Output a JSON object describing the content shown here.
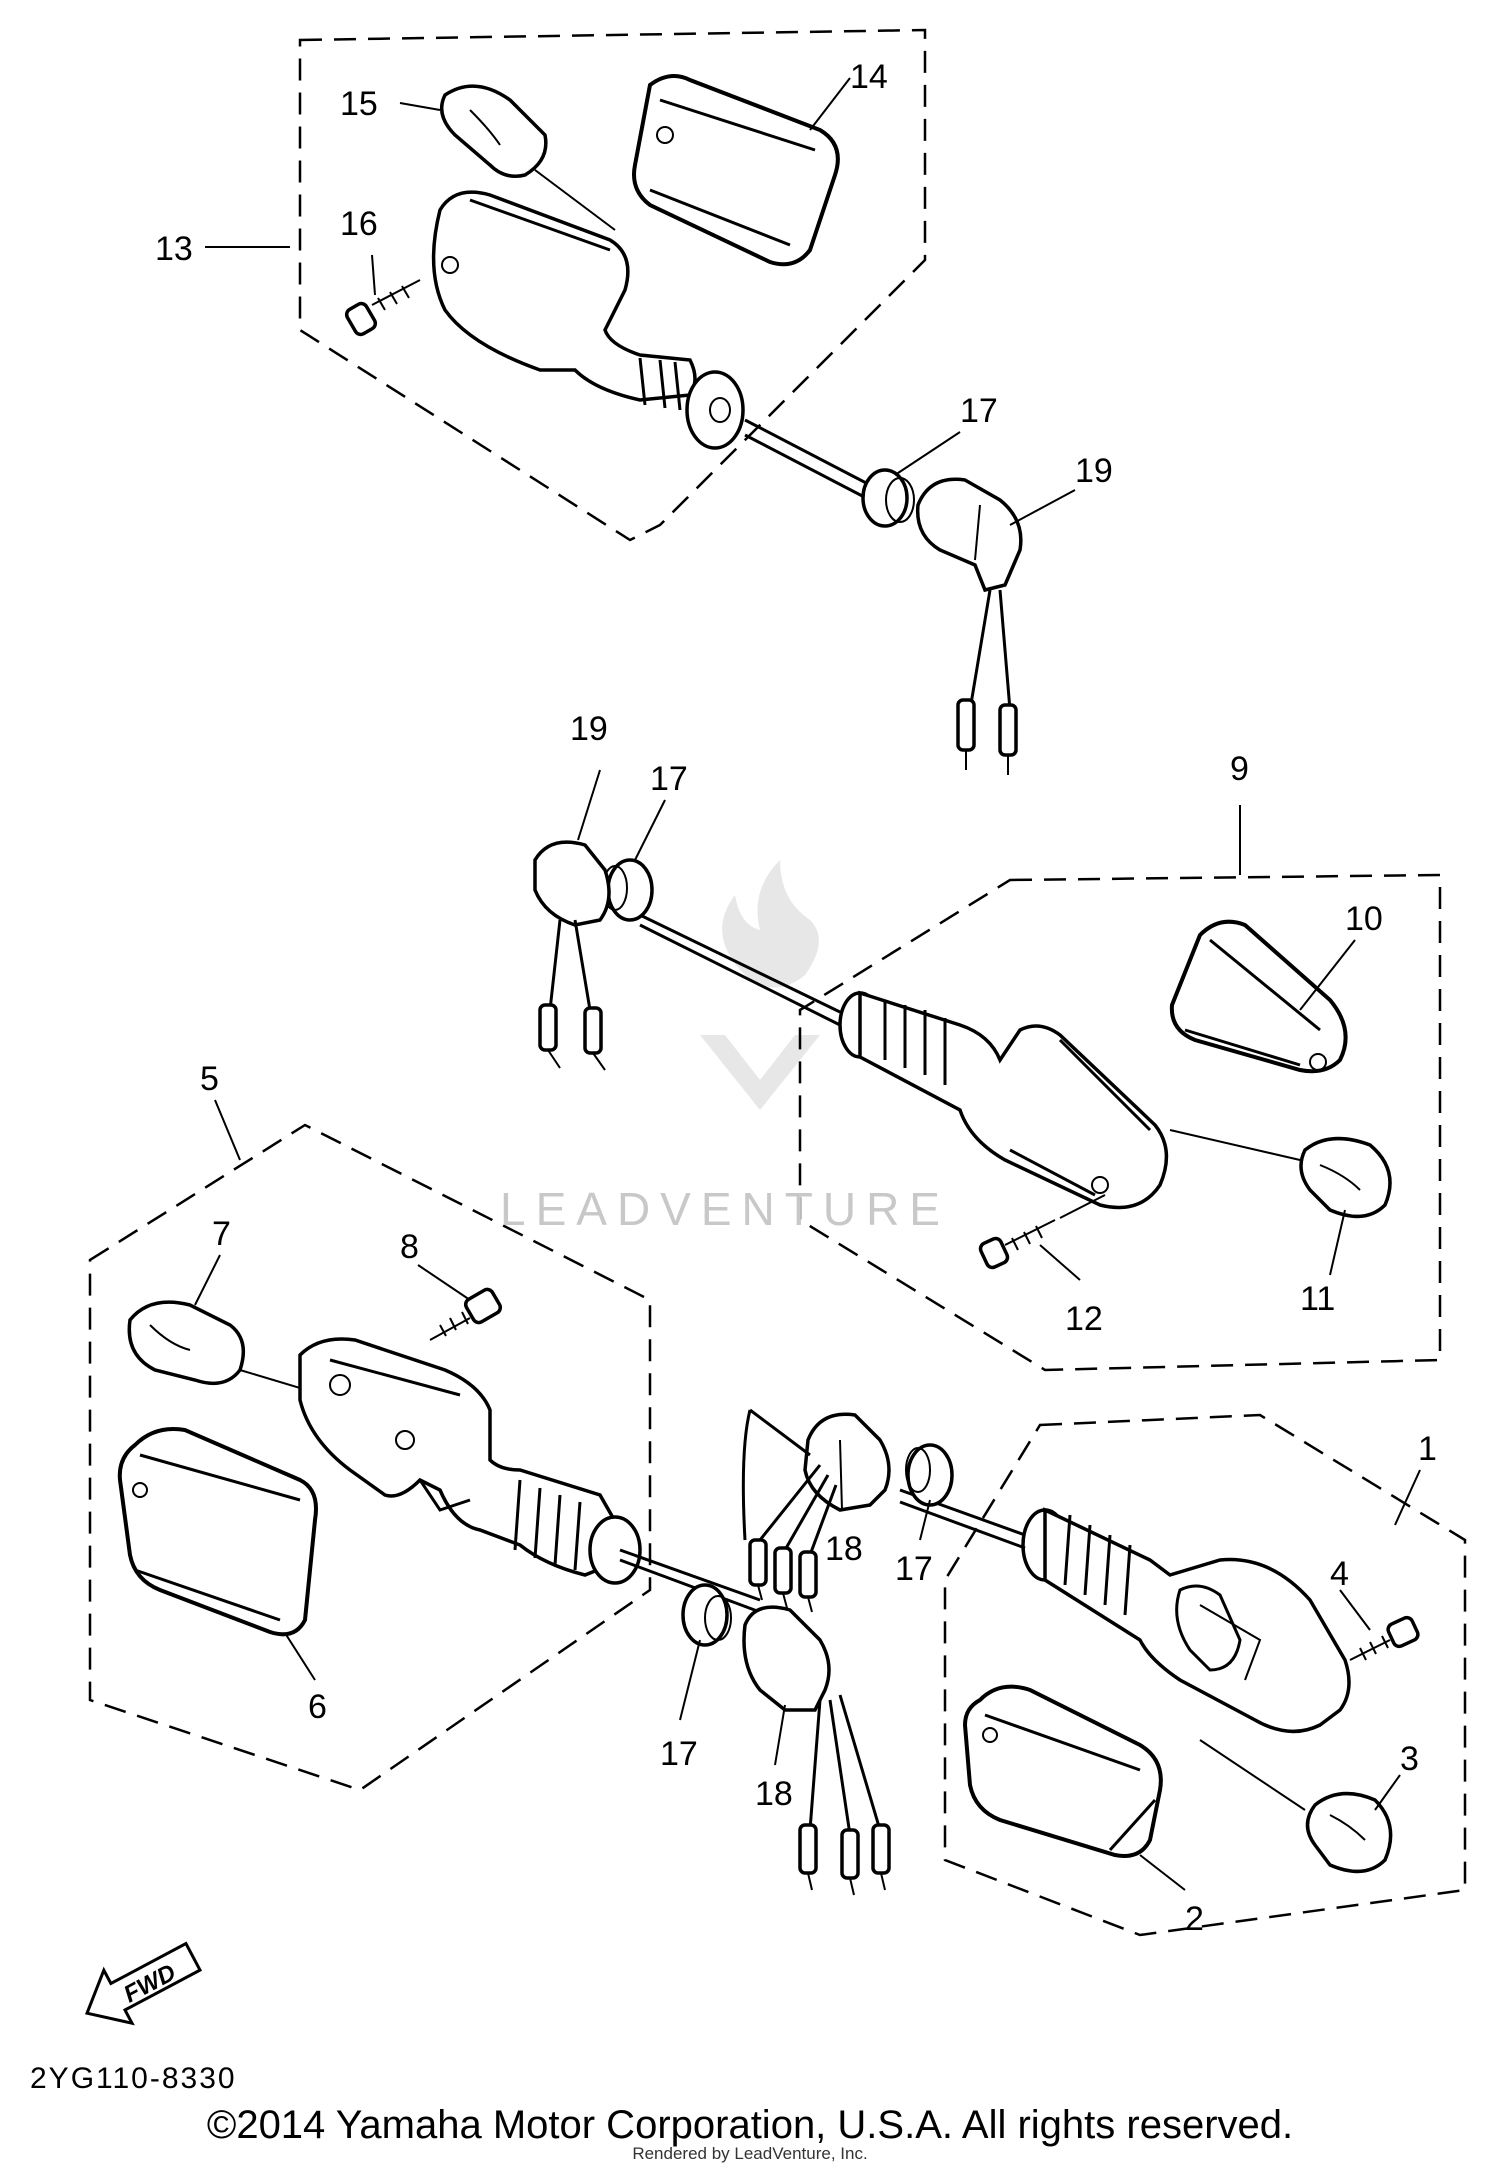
{
  "diagram": {
    "figure_code": "2YG110-8330",
    "fwd_label": "FWD",
    "watermark": "LEADVENTURE",
    "copyright": "©2014 Yamaha Motor Corporation, U.S.A. All rights reserved.",
    "rendered_by": "Rendered by LeadVenture, Inc.",
    "callouts": {
      "c1": "1",
      "c2": "2",
      "c3": "3",
      "c4": "4",
      "c5": "5",
      "c6": "6",
      "c7": "7",
      "c8": "8",
      "c9": "9",
      "c10": "10",
      "c11": "11",
      "c12": "12",
      "c13": "13",
      "c14": "14",
      "c15": "15",
      "c16": "16",
      "c17a": "17",
      "c17b": "17",
      "c17c": "17",
      "c17d": "17",
      "c18a": "18",
      "c18b": "18",
      "c19a": "19",
      "c19b": "19"
    }
  }
}
